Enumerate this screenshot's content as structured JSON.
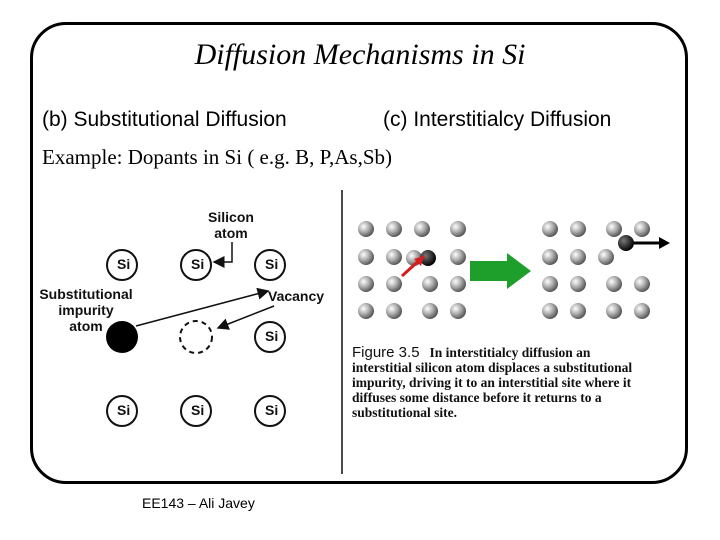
{
  "title": "Diffusion Mechanisms in Si",
  "subtitle_b": "(b) Substitutional Diffusion",
  "subtitle_c": "(c) Interstitialcy Diffusion",
  "example": "Example: Dopants in Si ( e.g. B, P,As,Sb)",
  "left_figure": {
    "atom_label": "Si",
    "silicon_atom_label_line1": "Silicon",
    "silicon_atom_label_line2": "atom",
    "vacancy_label": "Vacancy",
    "impurity_label_line1": "Substitutional",
    "impurity_label_line2": "impurity",
    "impurity_label_line3": "atom"
  },
  "right_figure": {
    "figure_number": "Figure 3.5",
    "caption_lead": "In interstitialcy diffusion an",
    "caption_rest": "interstitial silicon atom displaces a substitutional impurity, driving it to an interstitial site where it diffuses some distance before it returns to a substitutional site."
  },
  "colors": {
    "arrow_green": "#1e9e2a",
    "arrow_red": "#d81b1b",
    "frame": "#000000"
  },
  "footer": "EE143 – Ali Javey"
}
